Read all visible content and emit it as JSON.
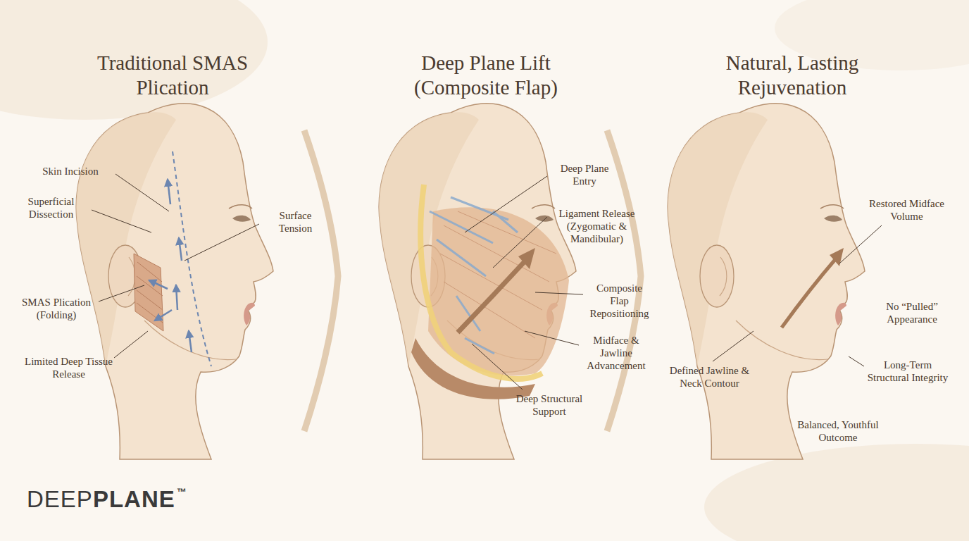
{
  "diagram": {
    "labels": [
      "Traditional SMAS Plication",
      "Deep Plane Lift (Composite Flap)",
      "Natural, Lasting Rejuvenation",
      "Skin Incision",
      "Superficial Dissection",
      "SMAS Plication (Folding)",
      "Limited Deep Tissue Release",
      "Surface Tension",
      "Deep Plane Entry",
      "Ligament Release (Zygomatic & Mandibular)",
      "Composite Flap Repositioning",
      "Midface & Jawline Advancement",
      "Deep Structural Support",
      "Restored Midface Volume",
      "No “Pulled” Appearance",
      "Defined Jawline & Neck Contour",
      "Long-Term Structural Integrity",
      "Balanced, Youthful Outcome",
      "DEEP",
      "PLANE",
      "™"
    ]
  }
}
